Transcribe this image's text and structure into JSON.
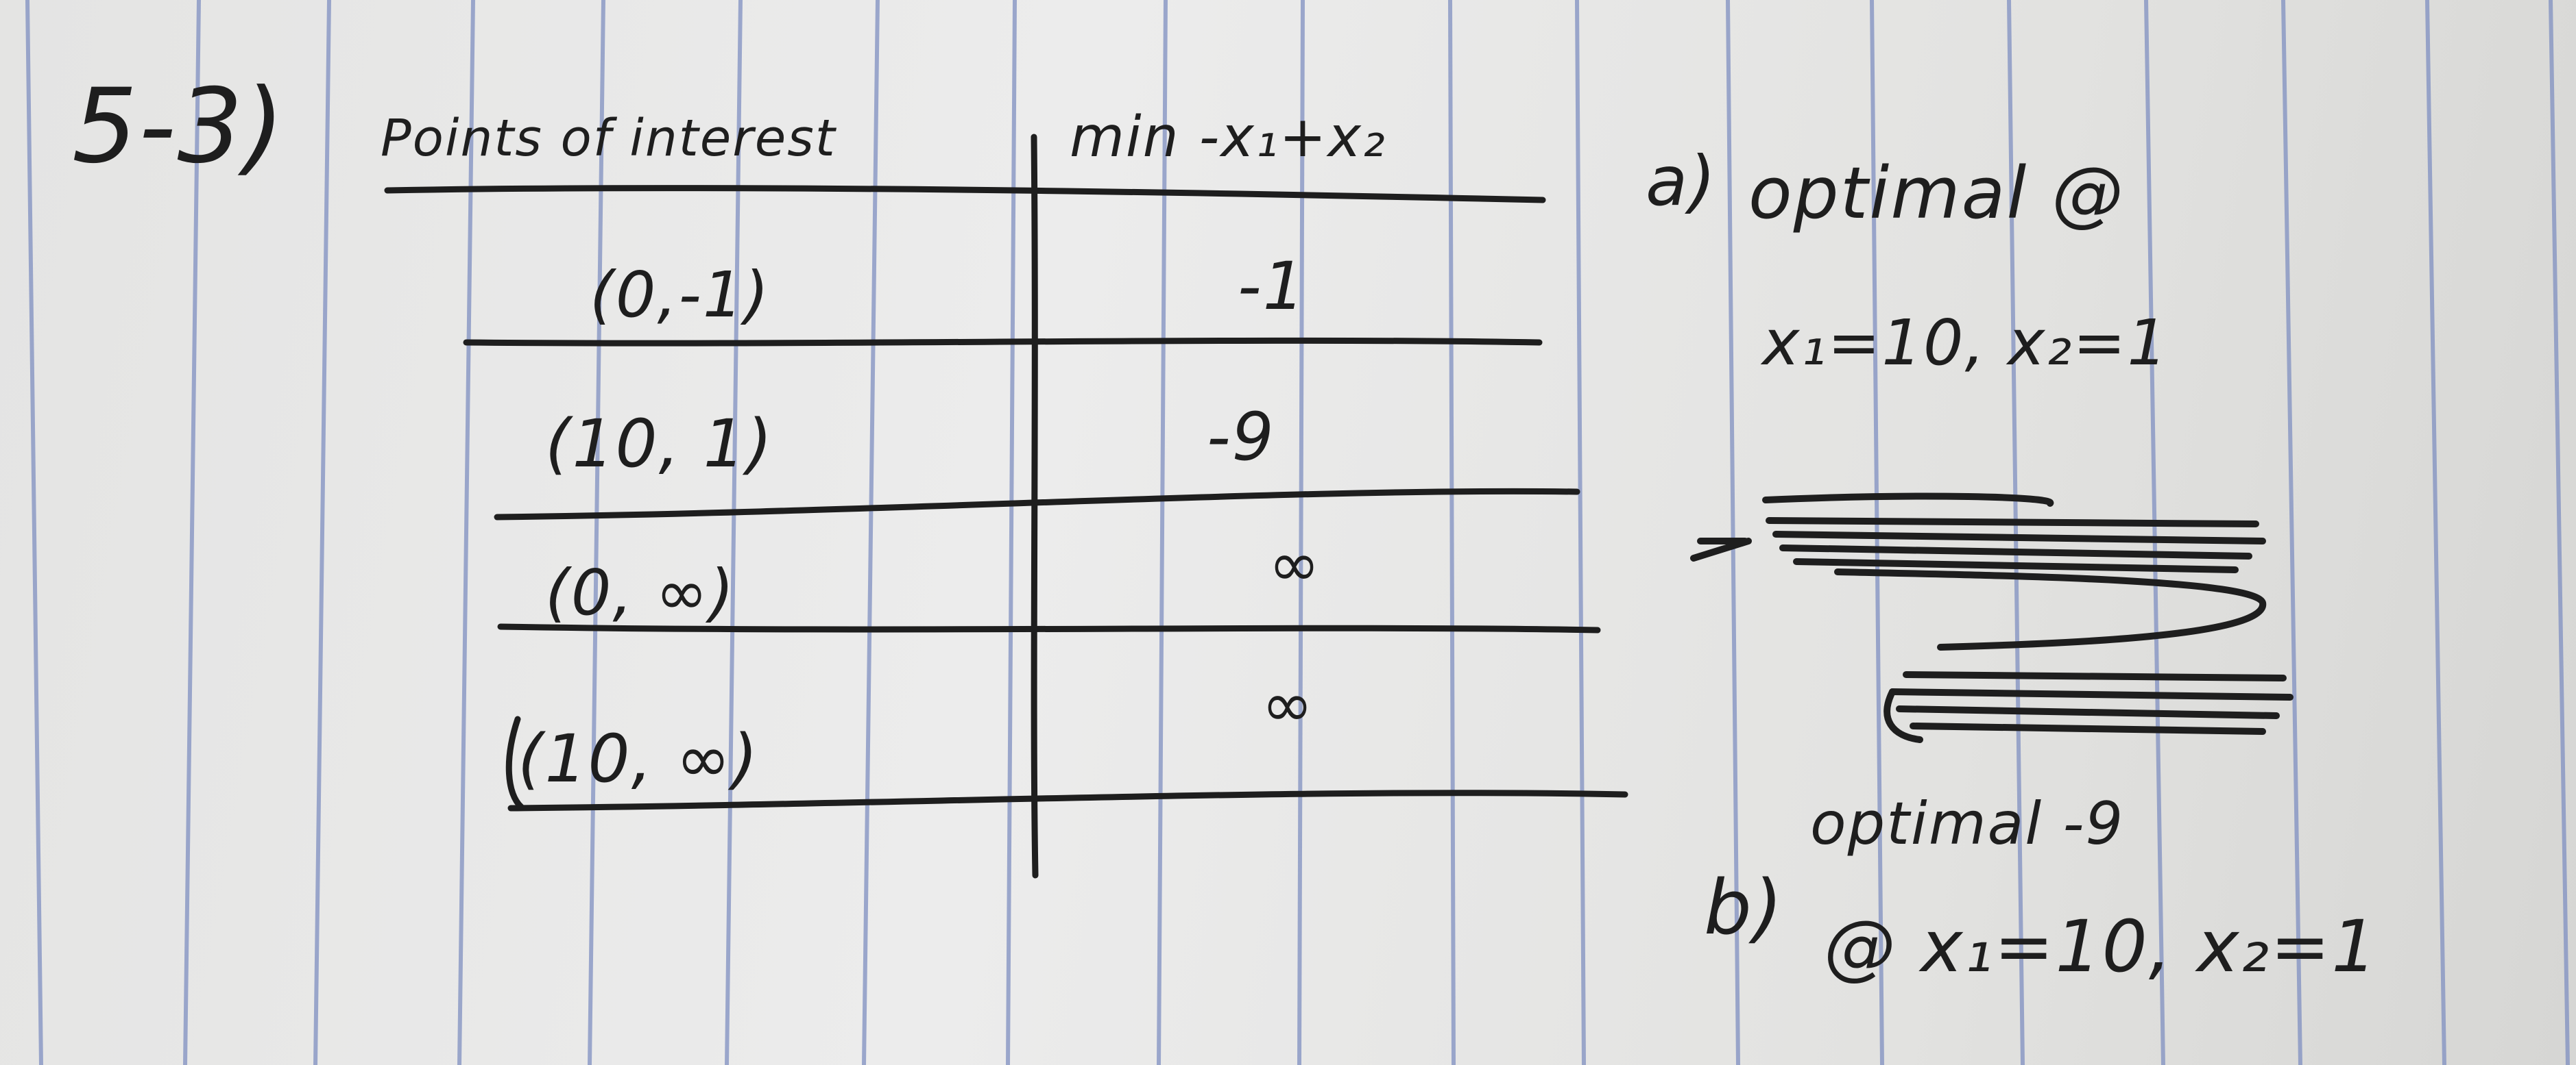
{
  "problem": {
    "number": "5-3)",
    "table": {
      "headers": [
        "Points of interest",
        "min -x₁+x₂"
      ],
      "rows": [
        {
          "point": "(0,-1)",
          "value": "-1"
        },
        {
          "point": "(10, 1)",
          "value": "-9"
        },
        {
          "point": "(0, ∞)",
          "value": "∞"
        },
        {
          "point": "(10, ∞)",
          "value": "∞"
        }
      ]
    },
    "answers": {
      "a_label": "a)",
      "a_line1": "optimal @",
      "a_line2": "x₁=10, x₂=1",
      "b_label": "b)",
      "b_line1": "optimal -9",
      "b_line2": "@ x₁=10, x₂=1"
    }
  },
  "colors": {
    "paper": "#e8e8e7",
    "rule_line": "#7f8fc0",
    "ink": "#1e1e1e"
  }
}
